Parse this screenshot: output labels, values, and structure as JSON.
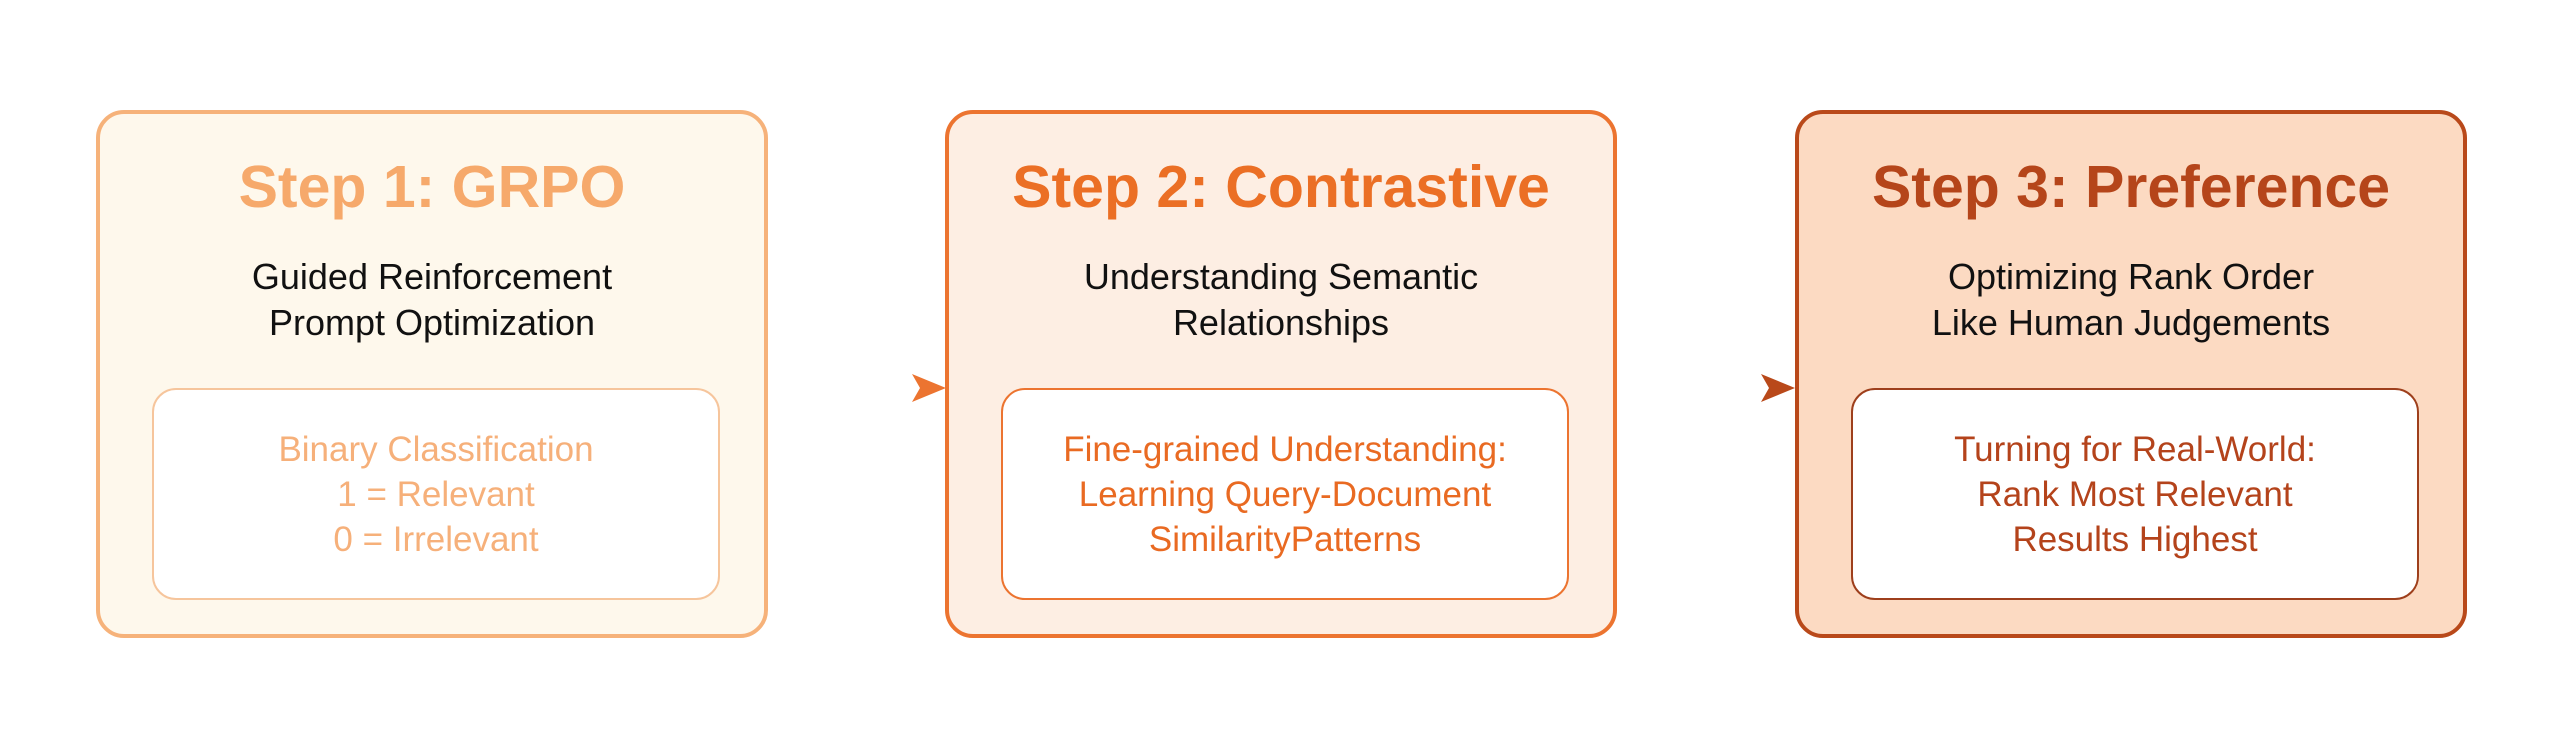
{
  "steps": [
    {
      "title": "Step 1: GRPO",
      "subtitle": [
        "Guided Reinforcement",
        "Prompt Optimization"
      ],
      "detail": [
        "Binary Classification",
        "1 = Relevant",
        "0 = Irrelevant"
      ]
    },
    {
      "title": "Step 2: Contrastive",
      "subtitle": [
        "Understanding Semantic",
        "Relationships"
      ],
      "detail": [
        "Fine-grained Understanding:",
        "Learning Query-Document",
        "SimilarityPatterns"
      ]
    },
    {
      "title": "Step 3: Preference",
      "subtitle": [
        "Optimizing Rank Order",
        "Like Human Judgements"
      ],
      "detail": [
        "Turning for Real-World:",
        "Rank Most Relevant",
        "Results Highest"
      ]
    }
  ],
  "colors": {
    "step1_accent": "#f6a96b",
    "step2_accent": "#eb6f25",
    "step3_accent": "#b5451a",
    "arrow1": "#ec7430",
    "arrow2": "#b9491a"
  }
}
